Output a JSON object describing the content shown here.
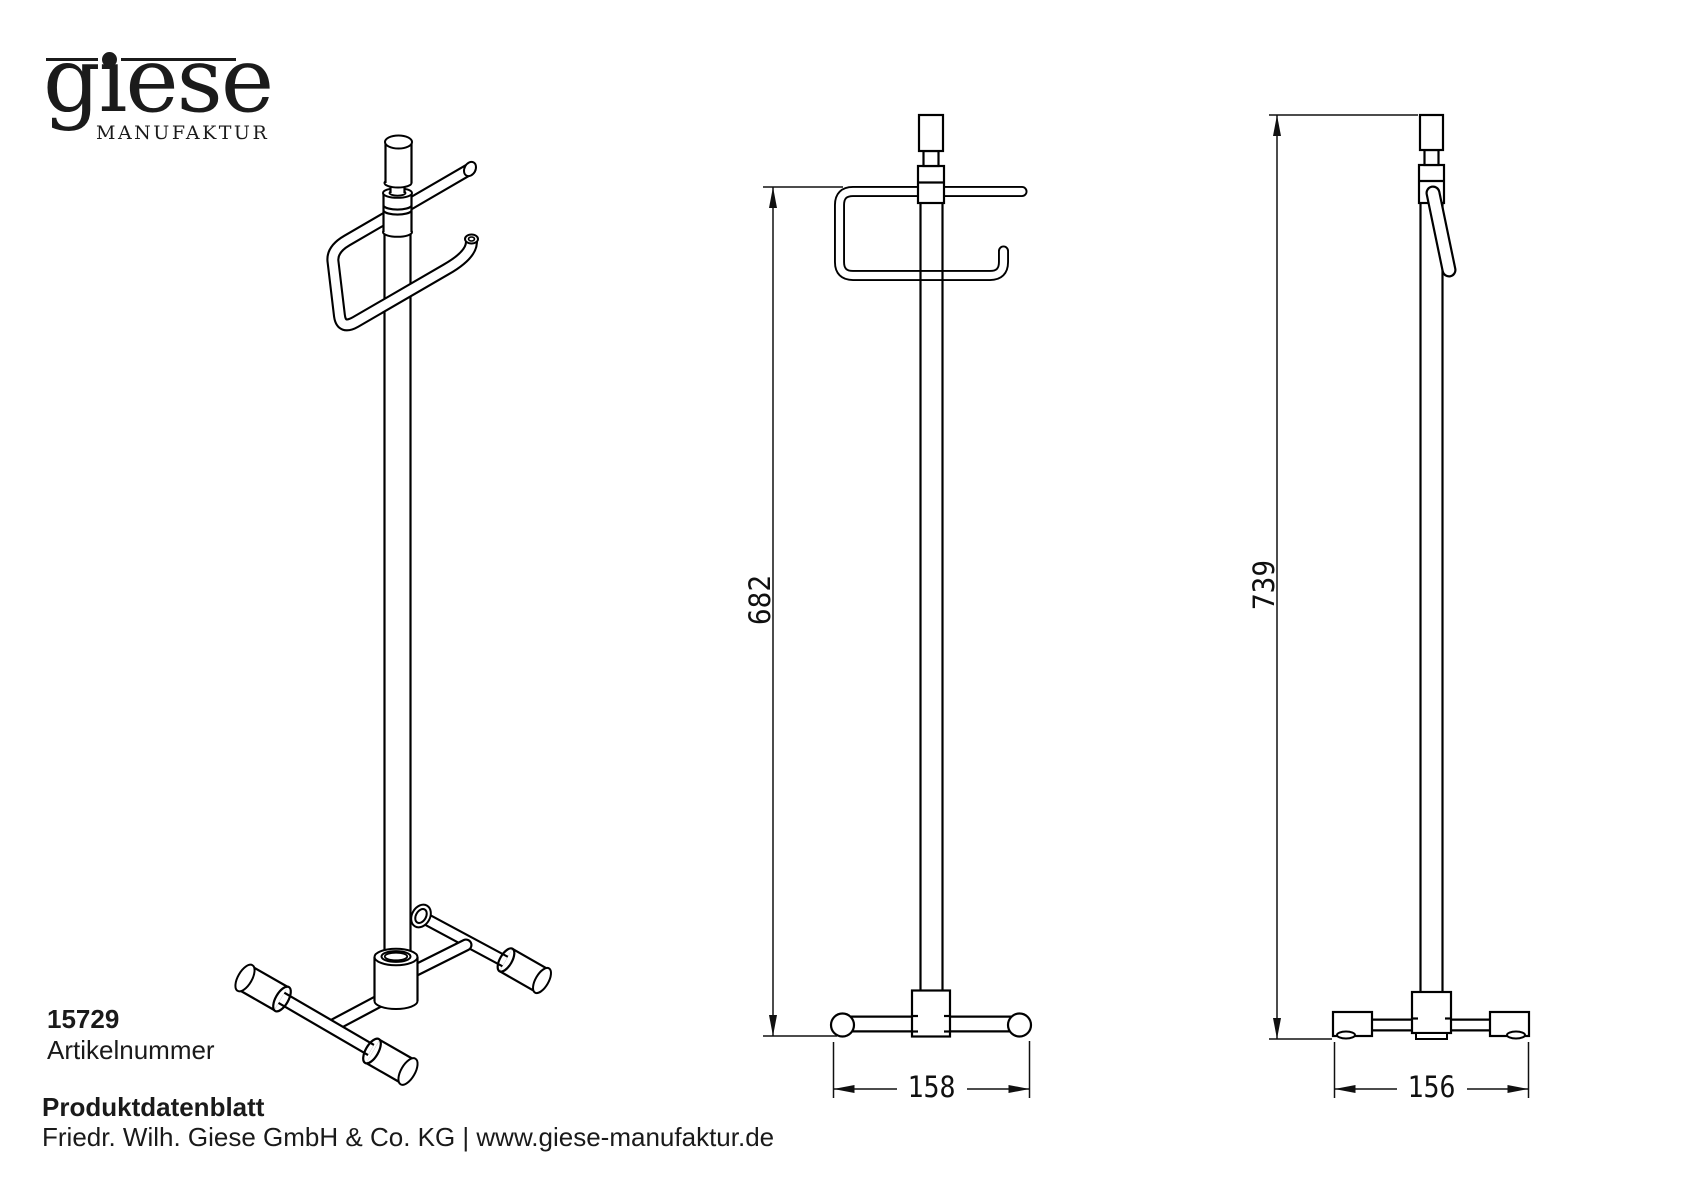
{
  "brand": {
    "name": "giese",
    "name_display": "gıese",
    "subtitle": "MANUFAKTUR"
  },
  "product": {
    "article_number": "15729",
    "article_label": "Artikelnummer"
  },
  "footer": {
    "doc_title": "Produktdatenblatt",
    "company_line": "Friedr. Wilh. Giese GmbH & Co. KG | www.giese-manufaktur.de"
  },
  "dimensions": {
    "front_height_mm": "682",
    "front_width_mm": "158",
    "side_height_mm": "739",
    "side_width_mm": "156"
  },
  "colors": {
    "line": "#000000",
    "dimension": "#101010",
    "background": "#ffffff"
  }
}
